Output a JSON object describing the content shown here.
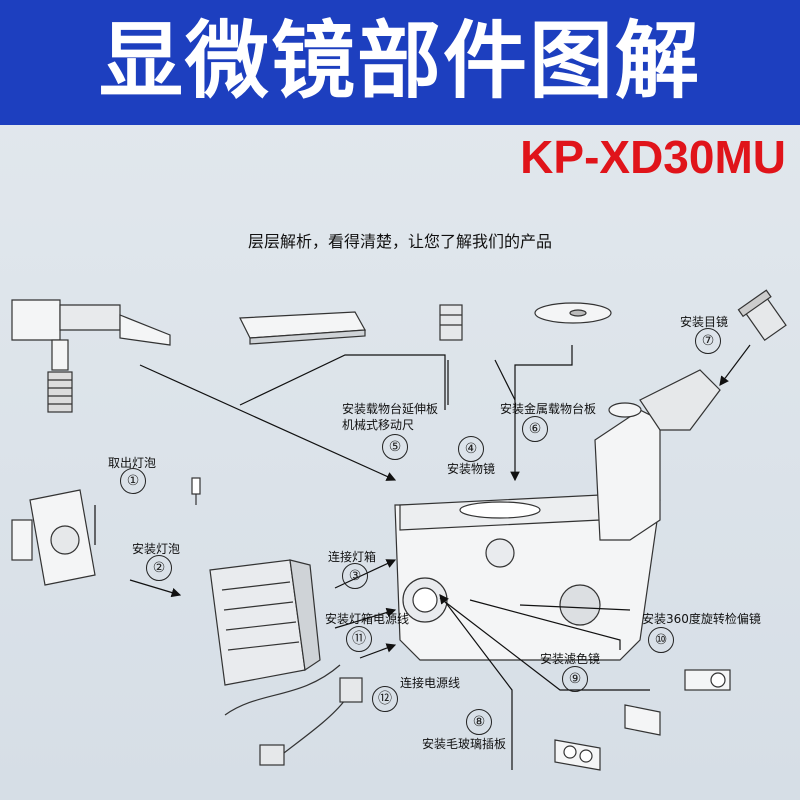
{
  "header": {
    "title": "显微镜部件图解",
    "model": "KP-XD30MU"
  },
  "subtitle": "层层解析，看得清楚，让您了解我们的产品",
  "colors": {
    "banner": "#1d3fbf",
    "model": "#e0141a"
  },
  "steps": [
    {
      "number": "①",
      "label": "取出灯泡"
    },
    {
      "number": "②",
      "label": "安装灯泡"
    },
    {
      "number": "③",
      "label": "连接灯箱"
    },
    {
      "number": "④",
      "label": "安装物镜"
    },
    {
      "number": "⑤",
      "label": "安装载物台延伸板",
      "label2": "机械式移动尺"
    },
    {
      "number": "⑥",
      "label": "安装金属载物台板"
    },
    {
      "number": "⑦",
      "label": "安装目镜"
    },
    {
      "number": "⑧",
      "label": "安装毛玻璃插板"
    },
    {
      "number": "⑨",
      "label": "安装滤色镜"
    },
    {
      "number": "⑩",
      "label": "安装360度旋转检偏镜"
    },
    {
      "number": "⑪",
      "label": "安装灯箱电源线"
    },
    {
      "number": "⑫",
      "label": "连接电源线"
    }
  ]
}
